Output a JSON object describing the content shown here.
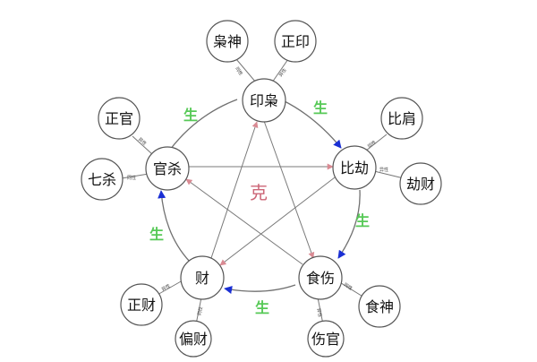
{
  "diagram": {
    "center_label": "克",
    "cycle_label": "生",
    "colors": {
      "generate_arrow": "#1a2fd4",
      "overcome_arrow": "#d98a93",
      "sheng_text": "#57c957",
      "ke_text": "#cc6677",
      "node_border": "#555555",
      "line": "#707070"
    },
    "main_nodes": [
      {
        "id": "yinxiao",
        "label": "印枭"
      },
      {
        "id": "bijie",
        "label": "比劫"
      },
      {
        "id": "shishang",
        "label": "食伤"
      },
      {
        "id": "cai",
        "label": "财"
      },
      {
        "id": "guansha",
        "label": "官杀"
      }
    ],
    "sub_nodes": [
      {
        "id": "xiaoshen",
        "label": "枭神",
        "sub": "同性"
      },
      {
        "id": "zhengyin",
        "label": "正印",
        "sub": "异性"
      },
      {
        "id": "bijian",
        "label": "比肩",
        "sub": "同性"
      },
      {
        "id": "jiecai",
        "label": "劫财",
        "sub": "异性"
      },
      {
        "id": "shishen",
        "label": "食神",
        "sub": "同性"
      },
      {
        "id": "shangguan",
        "label": "伤官",
        "sub": "异性"
      },
      {
        "id": "piancai",
        "label": "偏财",
        "sub": "同性"
      },
      {
        "id": "zhengcai",
        "label": "正财",
        "sub": "异性"
      },
      {
        "id": "qisha",
        "label": "七杀",
        "sub": "同性"
      },
      {
        "id": "zhengguan",
        "label": "正官",
        "sub": "异性"
      }
    ]
  }
}
